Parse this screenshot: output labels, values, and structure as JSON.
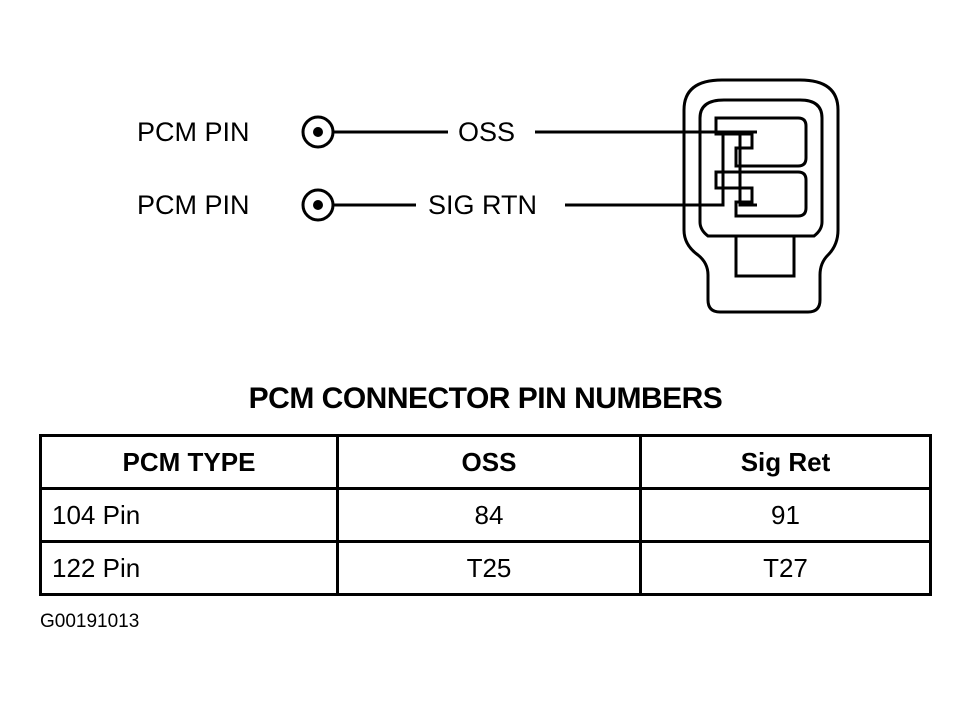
{
  "diagram": {
    "pin_label_1": "PCM PIN",
    "pin_label_2": "PCM PIN",
    "signal_1": "OSS",
    "signal_2": "SIG RTN"
  },
  "table": {
    "title": "PCM CONNECTOR PIN NUMBERS",
    "headers": [
      "PCM TYPE",
      "OSS",
      "Sig Ret"
    ],
    "rows": [
      [
        "104 Pin",
        "84",
        "91"
      ],
      [
        "122 Pin",
        "T25",
        "T27"
      ]
    ]
  },
  "figure_id": "G00191013"
}
